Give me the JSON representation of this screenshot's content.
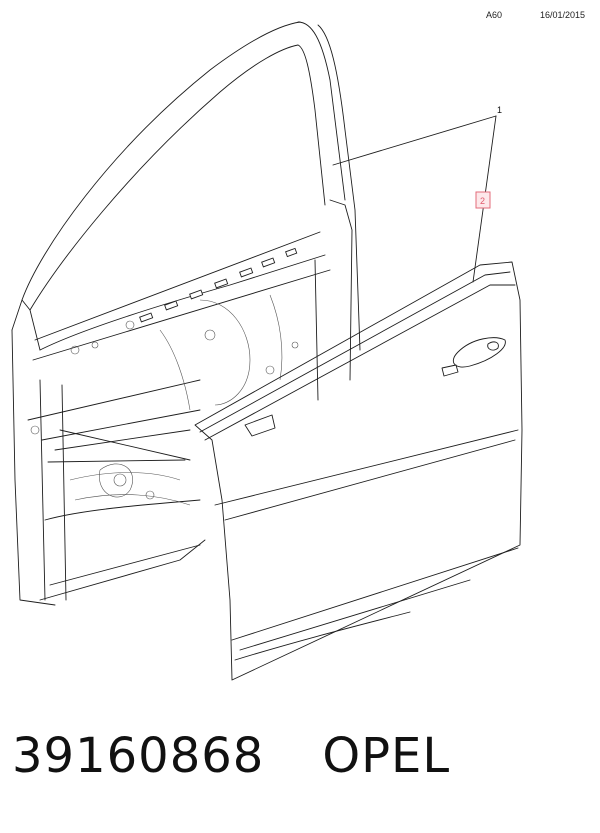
{
  "header": {
    "code": "A60",
    "date": "16/01/2015"
  },
  "callouts": {
    "part_1": "1",
    "part_2": "2"
  },
  "colors": {
    "callout_box_border": "#e36b7a",
    "callout_box_fill": "#fde8ea",
    "line": "#1e1e1e"
  },
  "footer": {
    "part_number": "39160868",
    "brand": "OPEL"
  }
}
